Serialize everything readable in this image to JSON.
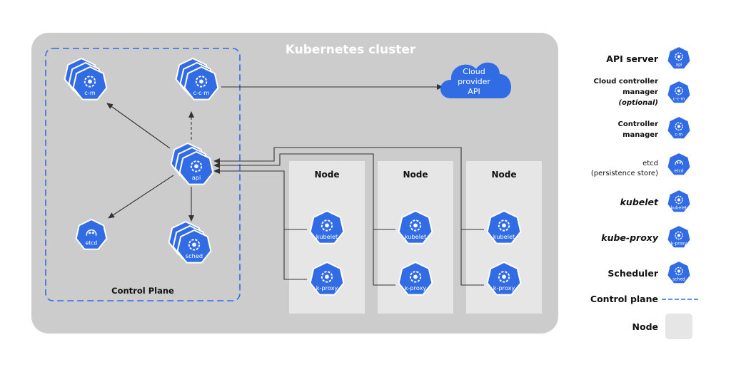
{
  "cluster_label": "Kubernetes cluster",
  "control_plane_label": "Control Plane",
  "cloud_label": [
    "Cloud",
    "provider",
    "API"
  ],
  "node_title": "Node",
  "components": {
    "c_m": "c-m",
    "c_c_m": "c-c-m",
    "api": "api",
    "etcd": "etcd",
    "sched": "sched",
    "kubelet": "kubelet",
    "k_proxy": "k-proxy"
  },
  "legend": {
    "api_server": "API server",
    "ccm_line1": "Cloud controller",
    "ccm_line2": "manager",
    "ccm_line3": "(optional)",
    "cm_line1": "Controller",
    "cm_line2": "manager",
    "etcd_line1": "etcd",
    "etcd_line2": "(persistence store)",
    "kubelet": "kubelet",
    "kube_proxy": "kube-proxy",
    "scheduler": "Scheduler",
    "control_plane": "Control plane",
    "node": "Node"
  },
  "colors": {
    "k8s_blue": "#326ce5",
    "cluster_bg": "#cccccc",
    "node_bg": "#e6e6e6",
    "dashed_border": "#326ce5",
    "arrow": "#333333"
  }
}
